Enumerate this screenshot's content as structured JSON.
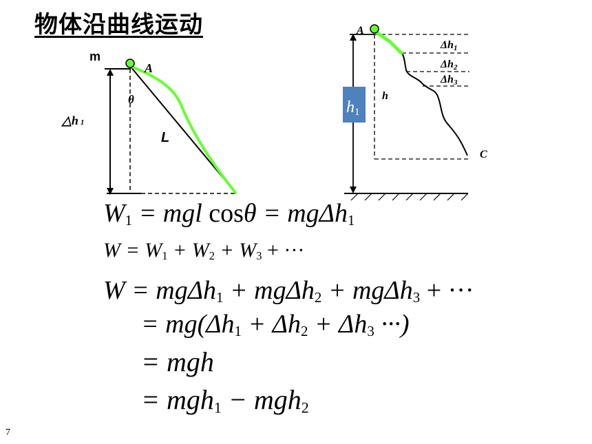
{
  "title": "物体沿曲线运动",
  "page_number": "7",
  "left_diagram": {
    "mass_label": "m",
    "point_label": "A",
    "angle_label": "θ",
    "length_label": "L",
    "height_label_main": "△h",
    "height_label_sub": "1"
  },
  "right_diagram": {
    "top_label": "A",
    "end_label": "C",
    "h_label": "h",
    "box_label_main": "h",
    "box_label_sub": "1",
    "box_color": "#4f81bd",
    "dh1_main": "Δh",
    "dh1_sub": "1",
    "dh2_main": "Δh",
    "dh2_sub": "2",
    "dh3_main": "Δh",
    "dh3_sub": "3"
  },
  "colors": {
    "accent_green": "#66ff33",
    "curve": "#000000"
  },
  "equations": {
    "eq1": {
      "a": "W",
      "a_sub": "1",
      "b": " = mgl ",
      "c": "cos",
      "d": "θ = mgΔh",
      "d_sub": "1"
    },
    "eq2": {
      "a": "W",
      "b": " = W",
      "b_sub": "1",
      "c": " + W",
      "c_sub": "2",
      "d": " + W",
      "d_sub": "3",
      "e": " + ···"
    },
    "eq3": {
      "a": "W",
      "b": " = mgΔh",
      "b_sub": "1",
      "c": " + mgΔh",
      "c_sub": "2",
      "d": " + mgΔh",
      "d_sub": "3",
      "e": " + ···"
    },
    "eq4": {
      "a": "= mg(Δh",
      "a_sub": "1",
      "b": " + Δh",
      "b_sub": "2",
      "c": " + Δh",
      "c_sub": "3",
      "d": " ···)"
    },
    "eq5": {
      "a": "= mgh"
    },
    "eq6": {
      "a": "= mgh",
      "a_sub": "1",
      "b": " − mgh",
      "b_sub": "2"
    }
  }
}
